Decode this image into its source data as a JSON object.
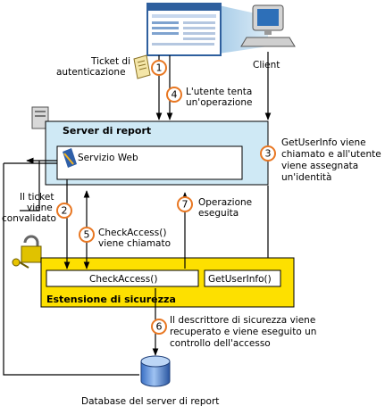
{
  "labels": {
    "client": "Client",
    "ticket_line1": "Ticket di",
    "ticket_line2": "autenticazione",
    "step4_line1": "L'utente tenta",
    "step4_line2": "un'operazione",
    "server_title": "Server di report",
    "web_service": "Servizio Web",
    "step3_line1": "GetUserInfo viene",
    "step3_line2": "chiamato e all'utente",
    "step3_line3": "viene assegnata",
    "step3_line4": "un'identità",
    "step2_line1": "Il ticket",
    "step2_line2": "viene",
    "step2_line3": "convalidato",
    "step7_line1": "Operazione",
    "step7_line2": "eseguita",
    "step5_line1": "CheckAccess()",
    "step5_line2": "viene chiamato",
    "check_access": "CheckAccess()",
    "get_user_info": "GetUserInfo()",
    "extension_title": "Estensione di sicurezza",
    "step6_line1": "Il descrittore di sicurezza viene",
    "step6_line2": "recuperato e viene eseguito un",
    "step6_line3": "controllo dell'accesso",
    "database": "Database del server di report"
  },
  "steps": [
    "1",
    "2",
    "3",
    "4",
    "5",
    "6",
    "7"
  ],
  "colors": {
    "server_fill": "#cfe9f5",
    "extension_fill": "#fde000",
    "step_circle": "#e87722",
    "line": "#000000"
  }
}
